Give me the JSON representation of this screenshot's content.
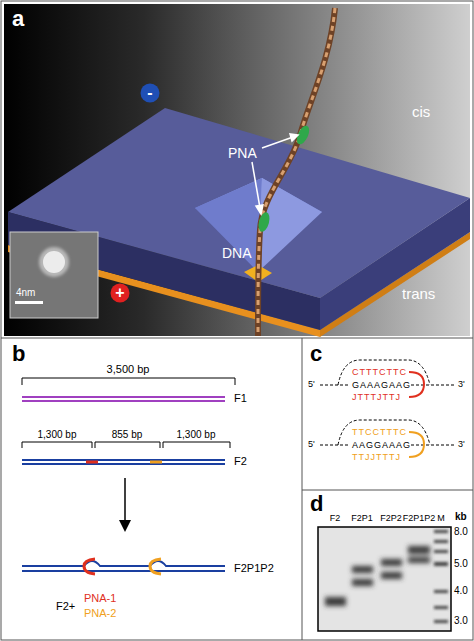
{
  "diagram": {
    "nodes": [
      {
        "text": [
          "-"
        ]
      },
      {
        "text": [
          "+"
        ]
      }
    ],
    "labels": [
      "a",
      "PNA",
      "cis",
      "DNA",
      "trans",
      "4nm",
      "b",
      "3,500 bp",
      "F1",
      "1,300 bp",
      "855 bp",
      "1,300 bp",
      "F2",
      "F2P1P2",
      "F2+",
      "PNA-1",
      "PNA-2",
      "c",
      "CTTTCTTC",
      "5'",
      "GAAAGAAG",
      "3'",
      "JTTTJTTJ",
      "TTCCTTTC",
      "5'",
      "AAGGAAAG",
      "3'",
      "TTJJTTTJ",
      "d",
      "F2",
      "F2P1",
      "F2P2",
      "F2P1P2",
      "M",
      "kb",
      "8.0",
      "5.0",
      "4.0",
      "3.0"
    ]
  }
}
